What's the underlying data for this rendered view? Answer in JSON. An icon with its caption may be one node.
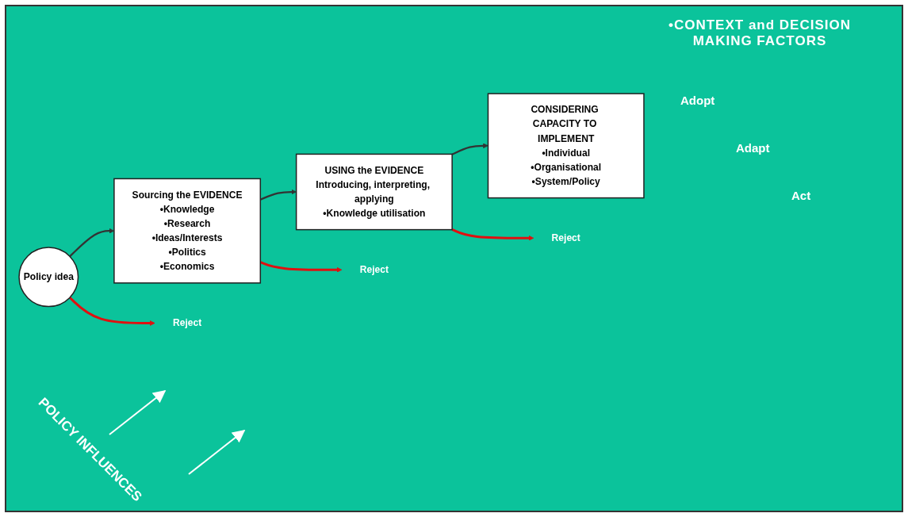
{
  "diagram": {
    "nodes": [
      {
        "text": [
          "Policy idea"
        ]
      },
      {
        "text": [
          "Sourcing the EVIDENCE",
          "•Knowledge",
          "•Research",
          "•Ideas/Interests",
          "•Politics",
          "•Economics"
        ]
      },
      {
        "text": [
          "USING the EVIDENCE",
          "Introducing, interpreting, applying",
          "•Knowledge utilisation"
        ]
      },
      {
        "text": [
          "CONSIDERING CAPACITY TO IMPLEMENT",
          "•Individual",
          "•Organisational",
          "•System/Policy"
        ]
      },
      {
        "text": [
          "Reject"
        ]
      },
      {
        "text": [
          "Reject"
        ]
      },
      {
        "text": [
          "Reject"
        ]
      }
    ],
    "edges": [
      {
        "from": 0,
        "to": 1,
        "arrow": "to"
      },
      {
        "from": 0,
        "to": 4,
        "arrow": "to",
        "color": "#e01010"
      },
      {
        "from": 1,
        "to": 2,
        "arrow": "to"
      },
      {
        "from": 1,
        "to": 5,
        "arrow": "to",
        "color": "#e01010"
      },
      {
        "from": 2,
        "to": 3,
        "arrow": "to"
      },
      {
        "from": 2,
        "to": 6,
        "arrow": "to",
        "color": "#e01010"
      }
    ],
    "labels": [
      "•CONTEXT and DECISION MAKING FACTORS",
      "Adopt",
      "Adapt",
      "Act",
      "POLICY INFLUENCES"
    ]
  }
}
